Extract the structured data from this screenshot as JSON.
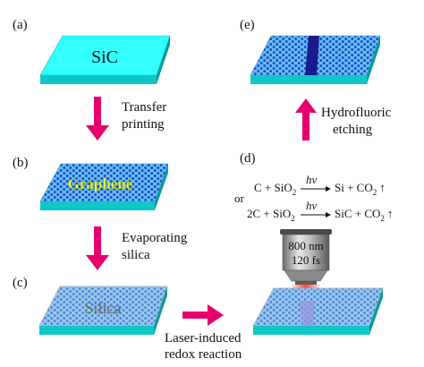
{
  "panels": {
    "a": {
      "tag": "(a)",
      "block_label": "SiC"
    },
    "b": {
      "tag": "(b)",
      "block_label": "Graphene"
    },
    "c": {
      "tag": "(c)",
      "block_label": "Silica"
    },
    "d": {
      "tag": "(d)"
    },
    "e": {
      "tag": "(e)"
    }
  },
  "steps": {
    "a_to_b": [
      "Transfer",
      "printing"
    ],
    "b_to_c": [
      "Evaporating",
      "silica"
    ],
    "c_to_d": [
      "Laser-induced",
      "redox reaction"
    ],
    "d_to_e": [
      "Hydrofluoric",
      "etching"
    ]
  },
  "reactions": {
    "or_label": "or",
    "r1": {
      "left": "C + SiO",
      "left_sub": "2",
      "energy": "hν",
      "right": "Si + CO",
      "right_sub": "2",
      "gas": "↑"
    },
    "r2": {
      "left": "2C + SiO",
      "left_sub": "2",
      "energy": "hν",
      "right": "SiC + CO",
      "right_sub": "2",
      "gas": "↑"
    }
  },
  "laser": {
    "line1": "800 nm",
    "line2": "120 fs"
  },
  "colors": {
    "sic_top": "#33ffff",
    "sic_side": "#10c6c6",
    "sic_dark": "#0a9a9a",
    "graphene_dot": "#3a4fd8",
    "graphene_bg": "#5fc3e8",
    "graphene_text": "#f5ff3a",
    "arrow": "#e6006e",
    "etched_line": "#1a1a8c",
    "laser": "#ff3030"
  }
}
